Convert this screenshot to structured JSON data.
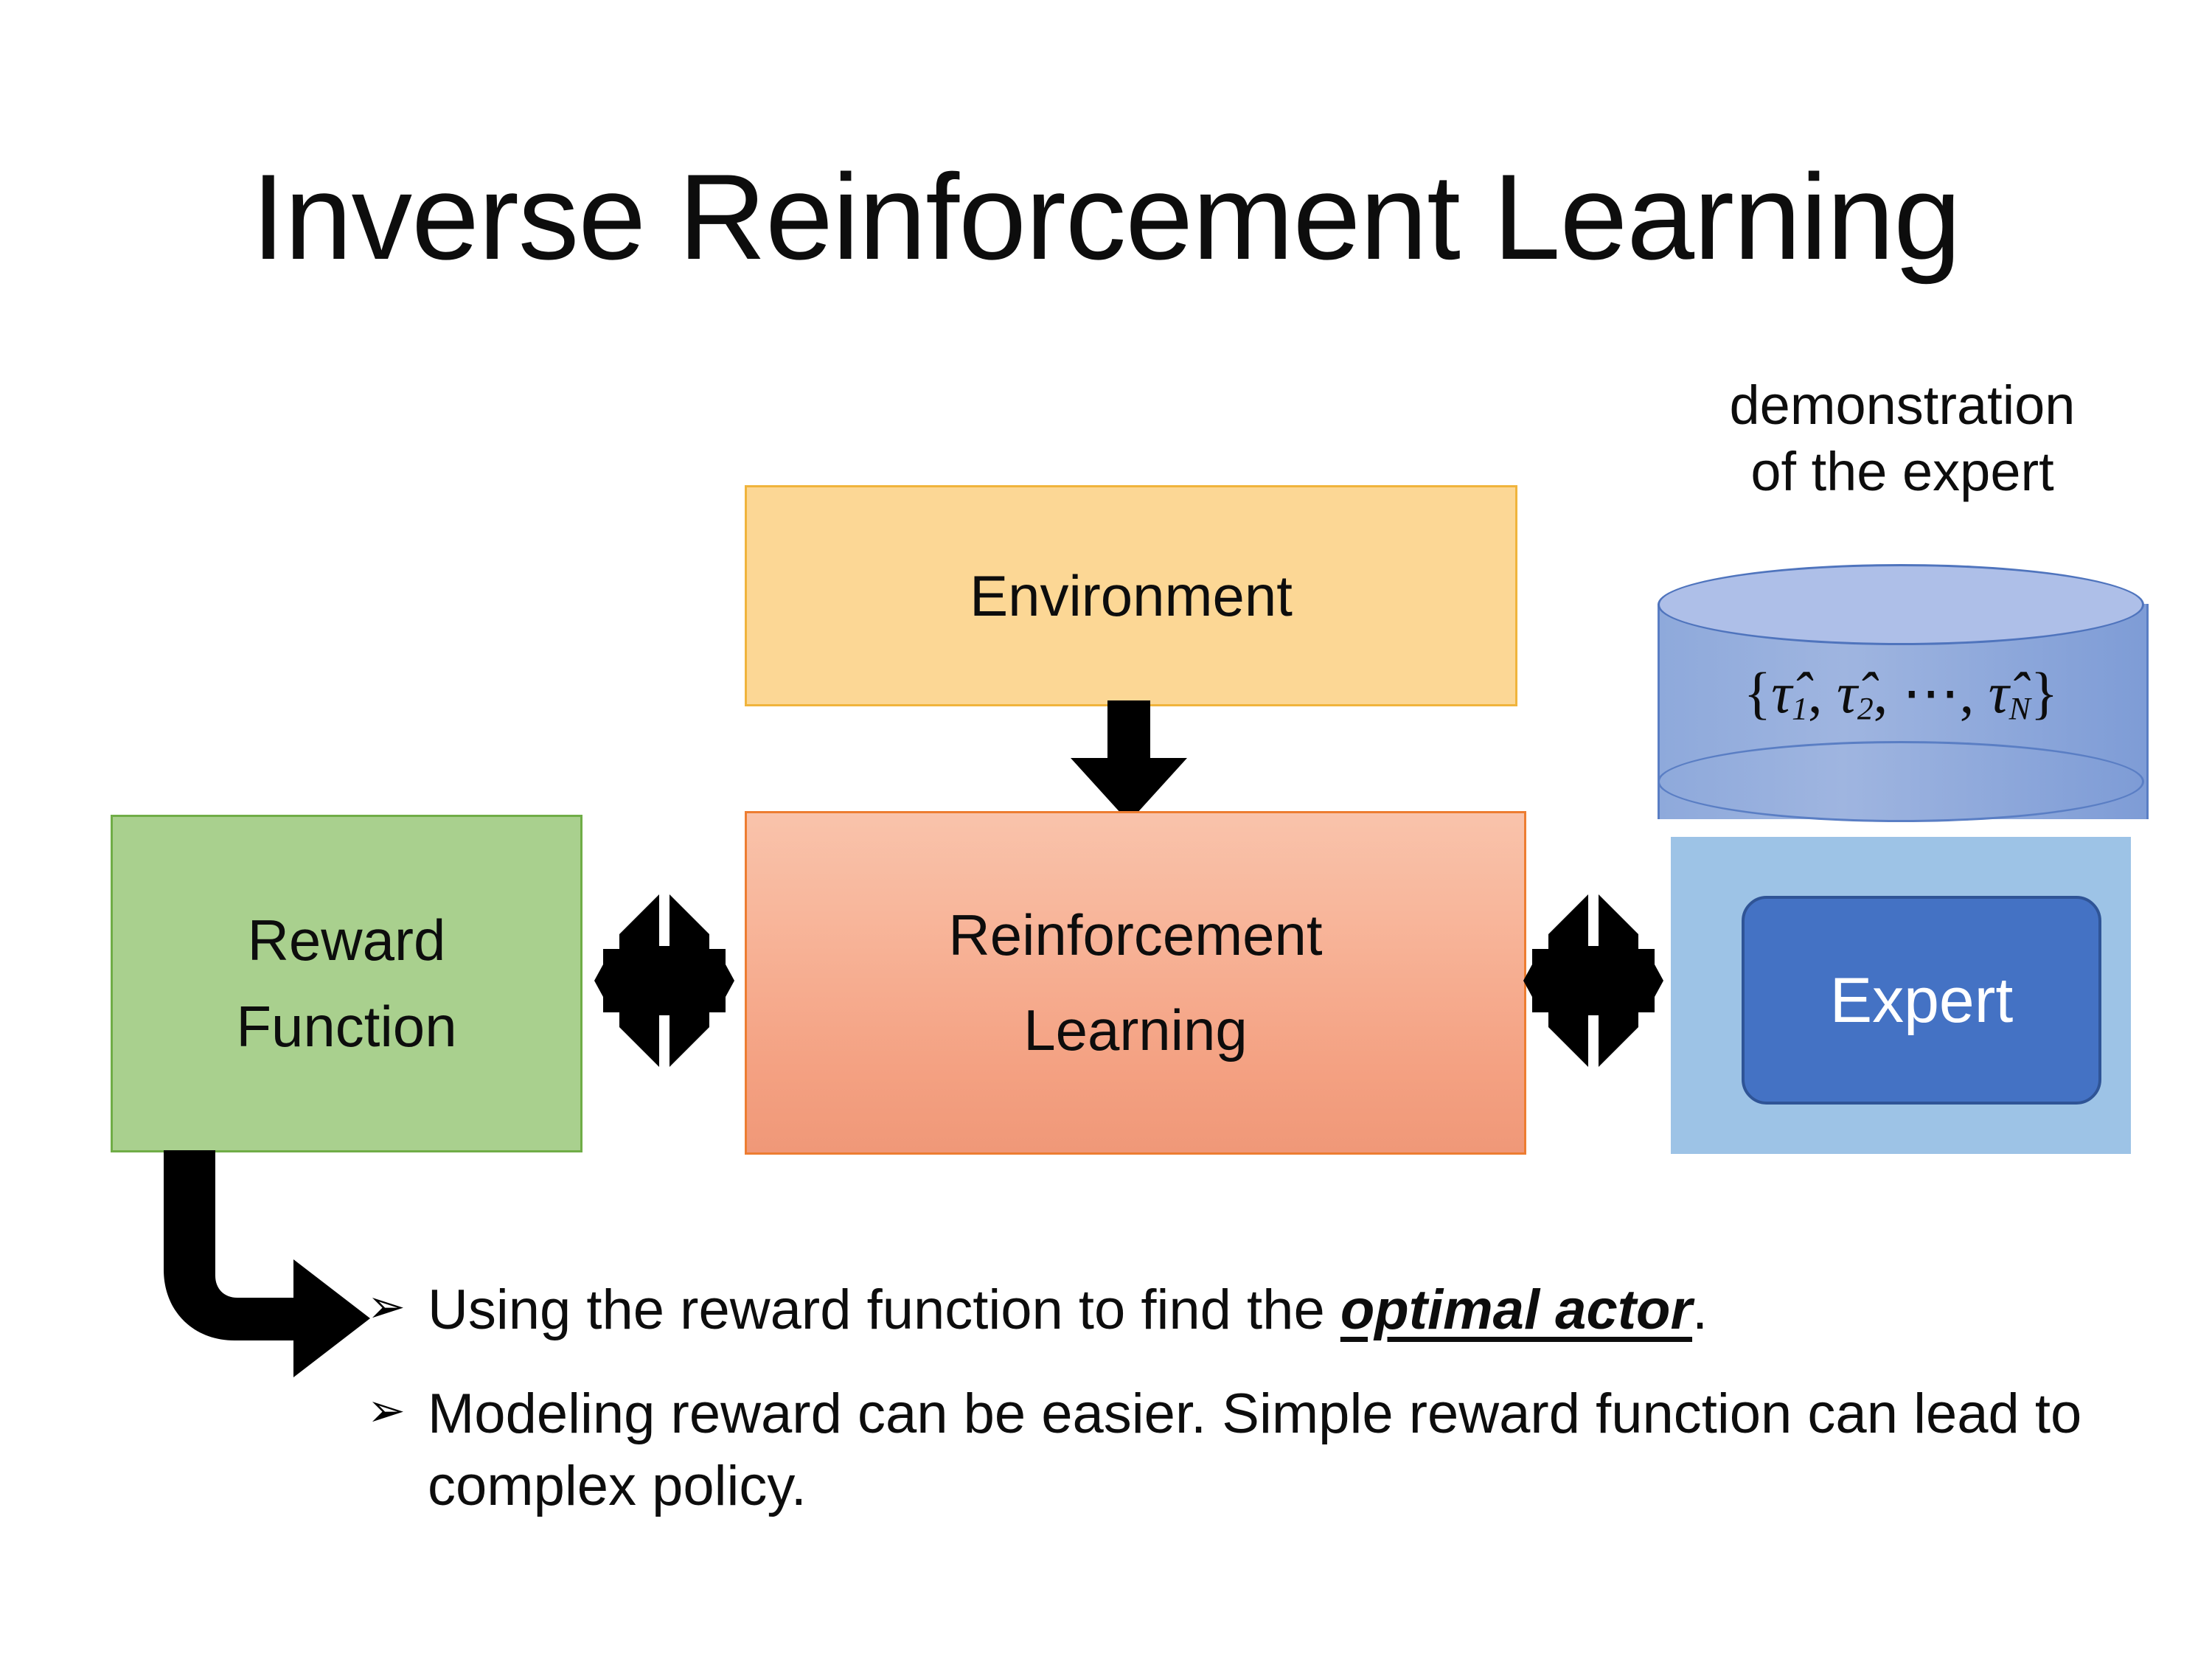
{
  "slide": {
    "title": "Inverse Reinforcement Learning",
    "background_color": "#FFFFFF"
  },
  "diagram": {
    "environment_box": {
      "label": "Environment",
      "fill_color": "#FCD795",
      "border_color": "#F0B43C"
    },
    "reinforcement_learning_box": {
      "label": "Reinforcement\nLearning",
      "line1": "Reinforcement",
      "line2": "Learning",
      "fill_color": "#F8B79C",
      "border_color": "#ED7D31"
    },
    "reward_function_box": {
      "label": "Reward\nFunction",
      "line1": "Reward",
      "line2": "Function",
      "fill_color": "#A9D08E",
      "border_color": "#70AD47"
    },
    "expert_group": {
      "caption_line1": "demonstration",
      "caption_line2": "of the expert",
      "cylinder_label": "{τ̂1, τ̂2, ⋯, τ̂N}",
      "cylinder_parts": {
        "open_brace": "{",
        "tau": "τ̂",
        "sub1": "1",
        "sub2": "2",
        "subN": "N",
        "comma": ",",
        "ellipsis": "⋯",
        "close_brace": "}"
      },
      "cylinder_fill_color": "#8EA9DB",
      "panel_fill_color": "#9DC3E6",
      "expert_button_label": "Expert",
      "expert_button_fill_color": "#4472C4",
      "expert_button_text_color": "#FFFFFF"
    },
    "arrows": {
      "environment_to_rl": "down-arrow",
      "reward_to_rl": "quad-arrow",
      "rl_to_expert": "quad-arrow",
      "reward_to_bullets": "elbow-arrow",
      "color": "#000000"
    }
  },
  "bullets": [
    {
      "marker": "➢",
      "text_before": "Using the reward function to find the ",
      "emphasis": "optimal actor",
      "text_after": "."
    },
    {
      "marker": "➢",
      "text_before": "Modeling reward can be easier. Simple reward function can lead to complex policy.",
      "emphasis": "",
      "text_after": ""
    }
  ]
}
